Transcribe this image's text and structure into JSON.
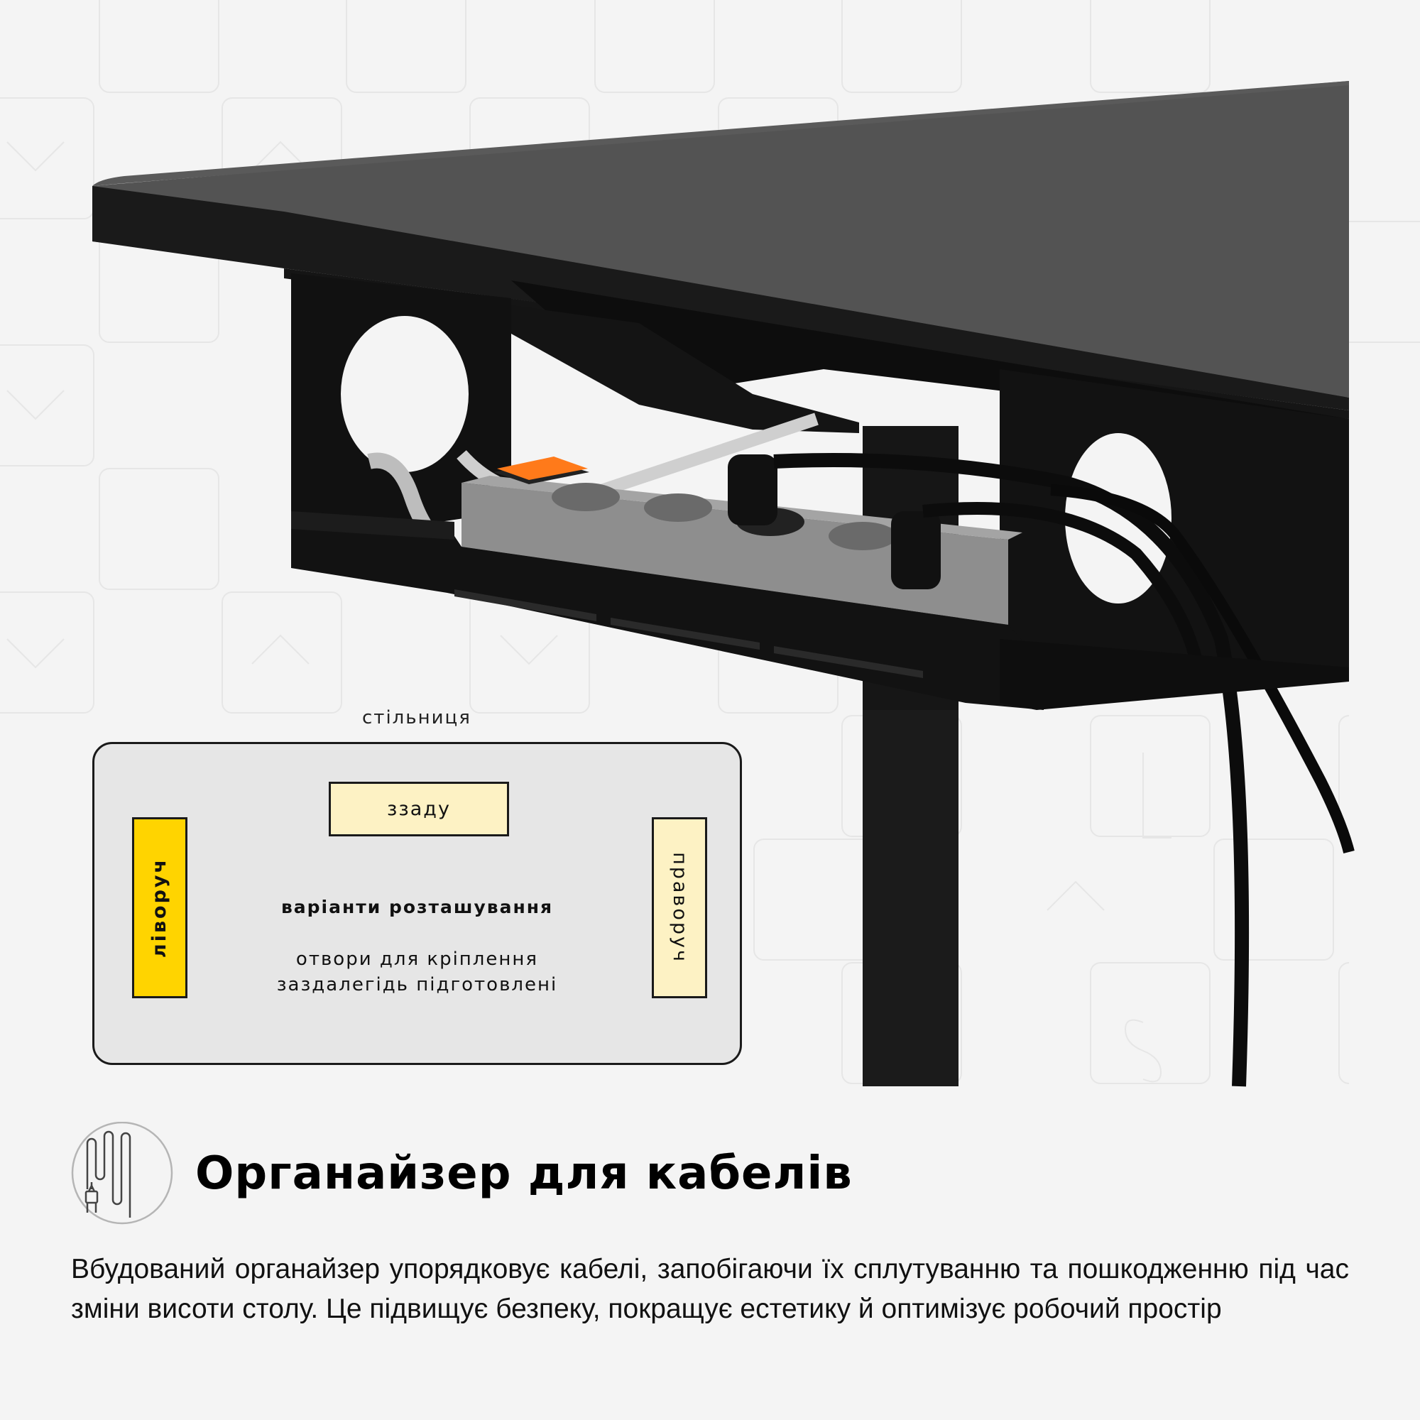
{
  "diagram": {
    "top_label": "стільниця",
    "positions": {
      "back": "ззаду",
      "left": "ліворуч",
      "right": "праворуч"
    },
    "title": "варіанти розташування",
    "subtitle_line1": "отвори для кріплення",
    "subtitle_line2": "заздалегідь підготовлені",
    "colors": {
      "left_highlight": "#ffd400",
      "option_fill": "#fdf2c4",
      "panel_fill": "#e6e6e6"
    }
  },
  "feature": {
    "icon": "cable-plug-icon",
    "heading": "Органайзер для кабелів",
    "description": "Вбудований органайзер упорядковує кабелі, запобігаючи їх сплутуванню та пошкодженню під час зміни висоти столу. Це підвищує безпеку, покращує естетику й оптимізує робочий простір"
  },
  "product_image": {
    "subject": "desk-cable-tray-with-power-strip",
    "switch_color": "#ff7a1a"
  }
}
